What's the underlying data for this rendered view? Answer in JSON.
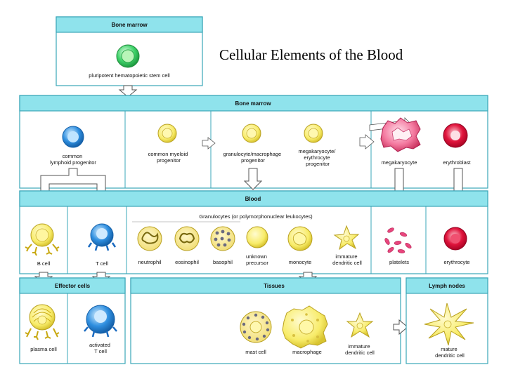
{
  "slide": {
    "title": "Cellular Elements of the Blood"
  },
  "headers": {
    "top_bone_marrow": "Bone marrow",
    "bone_marrow": "Bone marrow",
    "blood": "Blood",
    "effector_cells": "Effector cells",
    "tissues": "Tissues",
    "lymph_nodes": "Lymph nodes",
    "granulocytes": "Granulocytes (or polymorphonuclear leukocytes)"
  },
  "cells": {
    "stem_cell": "pluripotent hematopoietic stem cell",
    "common_lymphoid": [
      "common",
      "lymphoid progenitor"
    ],
    "common_myeloid": [
      "common myeloid",
      "progenitor"
    ],
    "granulocyte_macrophage": [
      "granulocyte/macrophage",
      "progenitor"
    ],
    "megakaryocyte_erythrocyte": [
      "megakaryocyte/",
      "erythrocyte",
      "progenitor"
    ],
    "megakaryocyte": "megakaryocyte",
    "erythroblast": "erythroblast",
    "b_cell": "B cell",
    "t_cell": "T cell",
    "neutrophil": "neutrophil",
    "eosinophil": "eosinophil",
    "basophil": "basophil",
    "unknown_precursor": [
      "unknown",
      "precursor"
    ],
    "monocyte": "monocyte",
    "immature_dc_blood": [
      "immature",
      "dendritic cell"
    ],
    "platelets": "platelets",
    "erythrocyte": "erythrocyte",
    "plasma_cell": "plasma cell",
    "activated_t_cell": [
      "activated",
      "T cell"
    ],
    "mast_cell": "mast cell",
    "macrophage": "macrophage",
    "immature_dc_tissue": [
      "immature",
      "dendritic cell"
    ],
    "mature_dc": [
      "mature",
      "dendritic cell"
    ]
  },
  "colors": {
    "header_band": "#8fe3ec",
    "panel_border": "#3aa7b8",
    "arrow": "#ffffff",
    "yellow_cell": "#f8ec6a",
    "blue_cell": "#2f8fe0",
    "green_cell": "#3fd36a",
    "pink_cell": "#e8457d",
    "red_cell": "#e0143c"
  }
}
